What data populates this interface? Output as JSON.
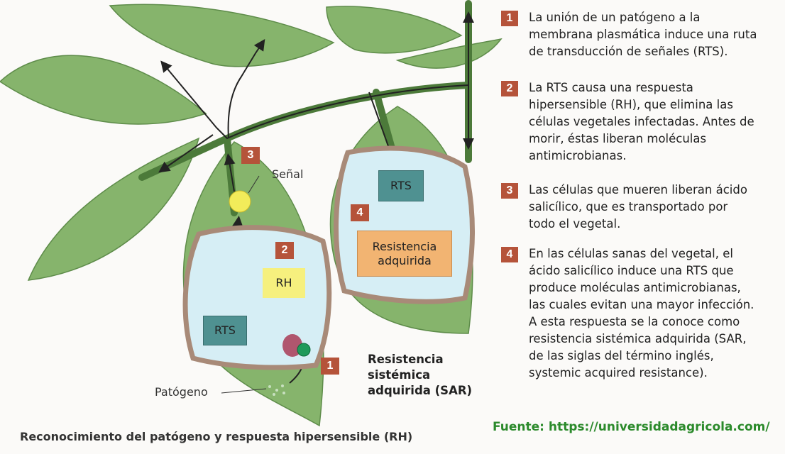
{
  "steps": [
    {
      "number": "1",
      "text": "La unión de un patógeno a la\nmembrana plasmática induce una ruta\nde transducción de señales (RTS)."
    },
    {
      "number": "2",
      "text": "La RTS causa una respuesta\nhipersensible (RH), que elimina las\ncélulas vegetales infectadas. Antes de\nmorir, éstas liberan moléculas\nantimicrobianas."
    },
    {
      "number": "3",
      "text": "Las células que mueren liberan ácido\nsalicílico, que es transportado por\ntodo el vegetal."
    },
    {
      "number": "4",
      "text": "En las células sanas del vegetal, el\nácido salicílico induce una RTS que\nproduce moléculas antimicrobianas,\nlas cuales evitan una mayor infección.\nA esta respuesta se la conoce como\nresistencia sistémica adquirida (SAR,\nde las siglas del término inglés,\nsystemic acquired resistance)."
    }
  ],
  "diagram": {
    "signal_label": "Señal",
    "pathogen_label": "Patógeno",
    "rts_left": "RTS",
    "rh": "RH",
    "rts_right": "RTS",
    "acquired_resistance": "Resistencia\nadquirida",
    "sar_label": "Resistencia\nsistémica\nadquirida (SAR)",
    "badges": [
      "1",
      "2",
      "3",
      "4"
    ]
  },
  "caption": "Reconocimiento del patógeno y respuesta hipersensible (RH)",
  "source": "Fuente: https://universidadagricola.com/",
  "colors": {
    "leaf": "#7fae66",
    "cell_fill": "#d6eef5",
    "cell_wall": "#a88a78",
    "badge": "#b5533a",
    "rts": "#4f9191",
    "rh": "#f6f07e",
    "resistance": "#f2b472",
    "source": "#2b8a2b"
  }
}
